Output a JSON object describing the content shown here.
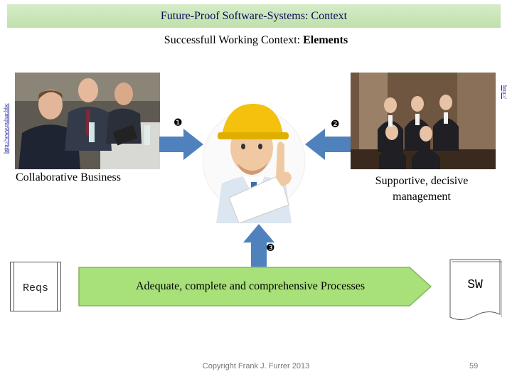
{
  "header": {
    "title": "Future-Proof Software-Systems: Context"
  },
  "subtitle": {
    "prefix": "Successfull Working Context: ",
    "bold": "Elements"
  },
  "left_photo": {
    "source_link": "http://www.pulsar.bbc"
  },
  "right_photo": {
    "source_link": "http://"
  },
  "labels": {
    "collaborative": "Collaborative Business",
    "management_line1": "Supportive, decisive",
    "management_line2": "management"
  },
  "markers": {
    "one": "❶",
    "two": "❷",
    "three": "❸"
  },
  "flow": {
    "reqs": "Reqs",
    "processes": "Adequate, complete and comprehensive Processes",
    "sw": "SW"
  },
  "footer": {
    "copyright": "Copyright Frank J. Furrer 2013",
    "page_number": "59"
  },
  "colors": {
    "title_bar": "#c8e6b6",
    "arrow_blue": "#4f81bd",
    "process_green": "#a8e07a",
    "process_border": "#86b45e",
    "helmet_yellow": "#f4c20d"
  }
}
